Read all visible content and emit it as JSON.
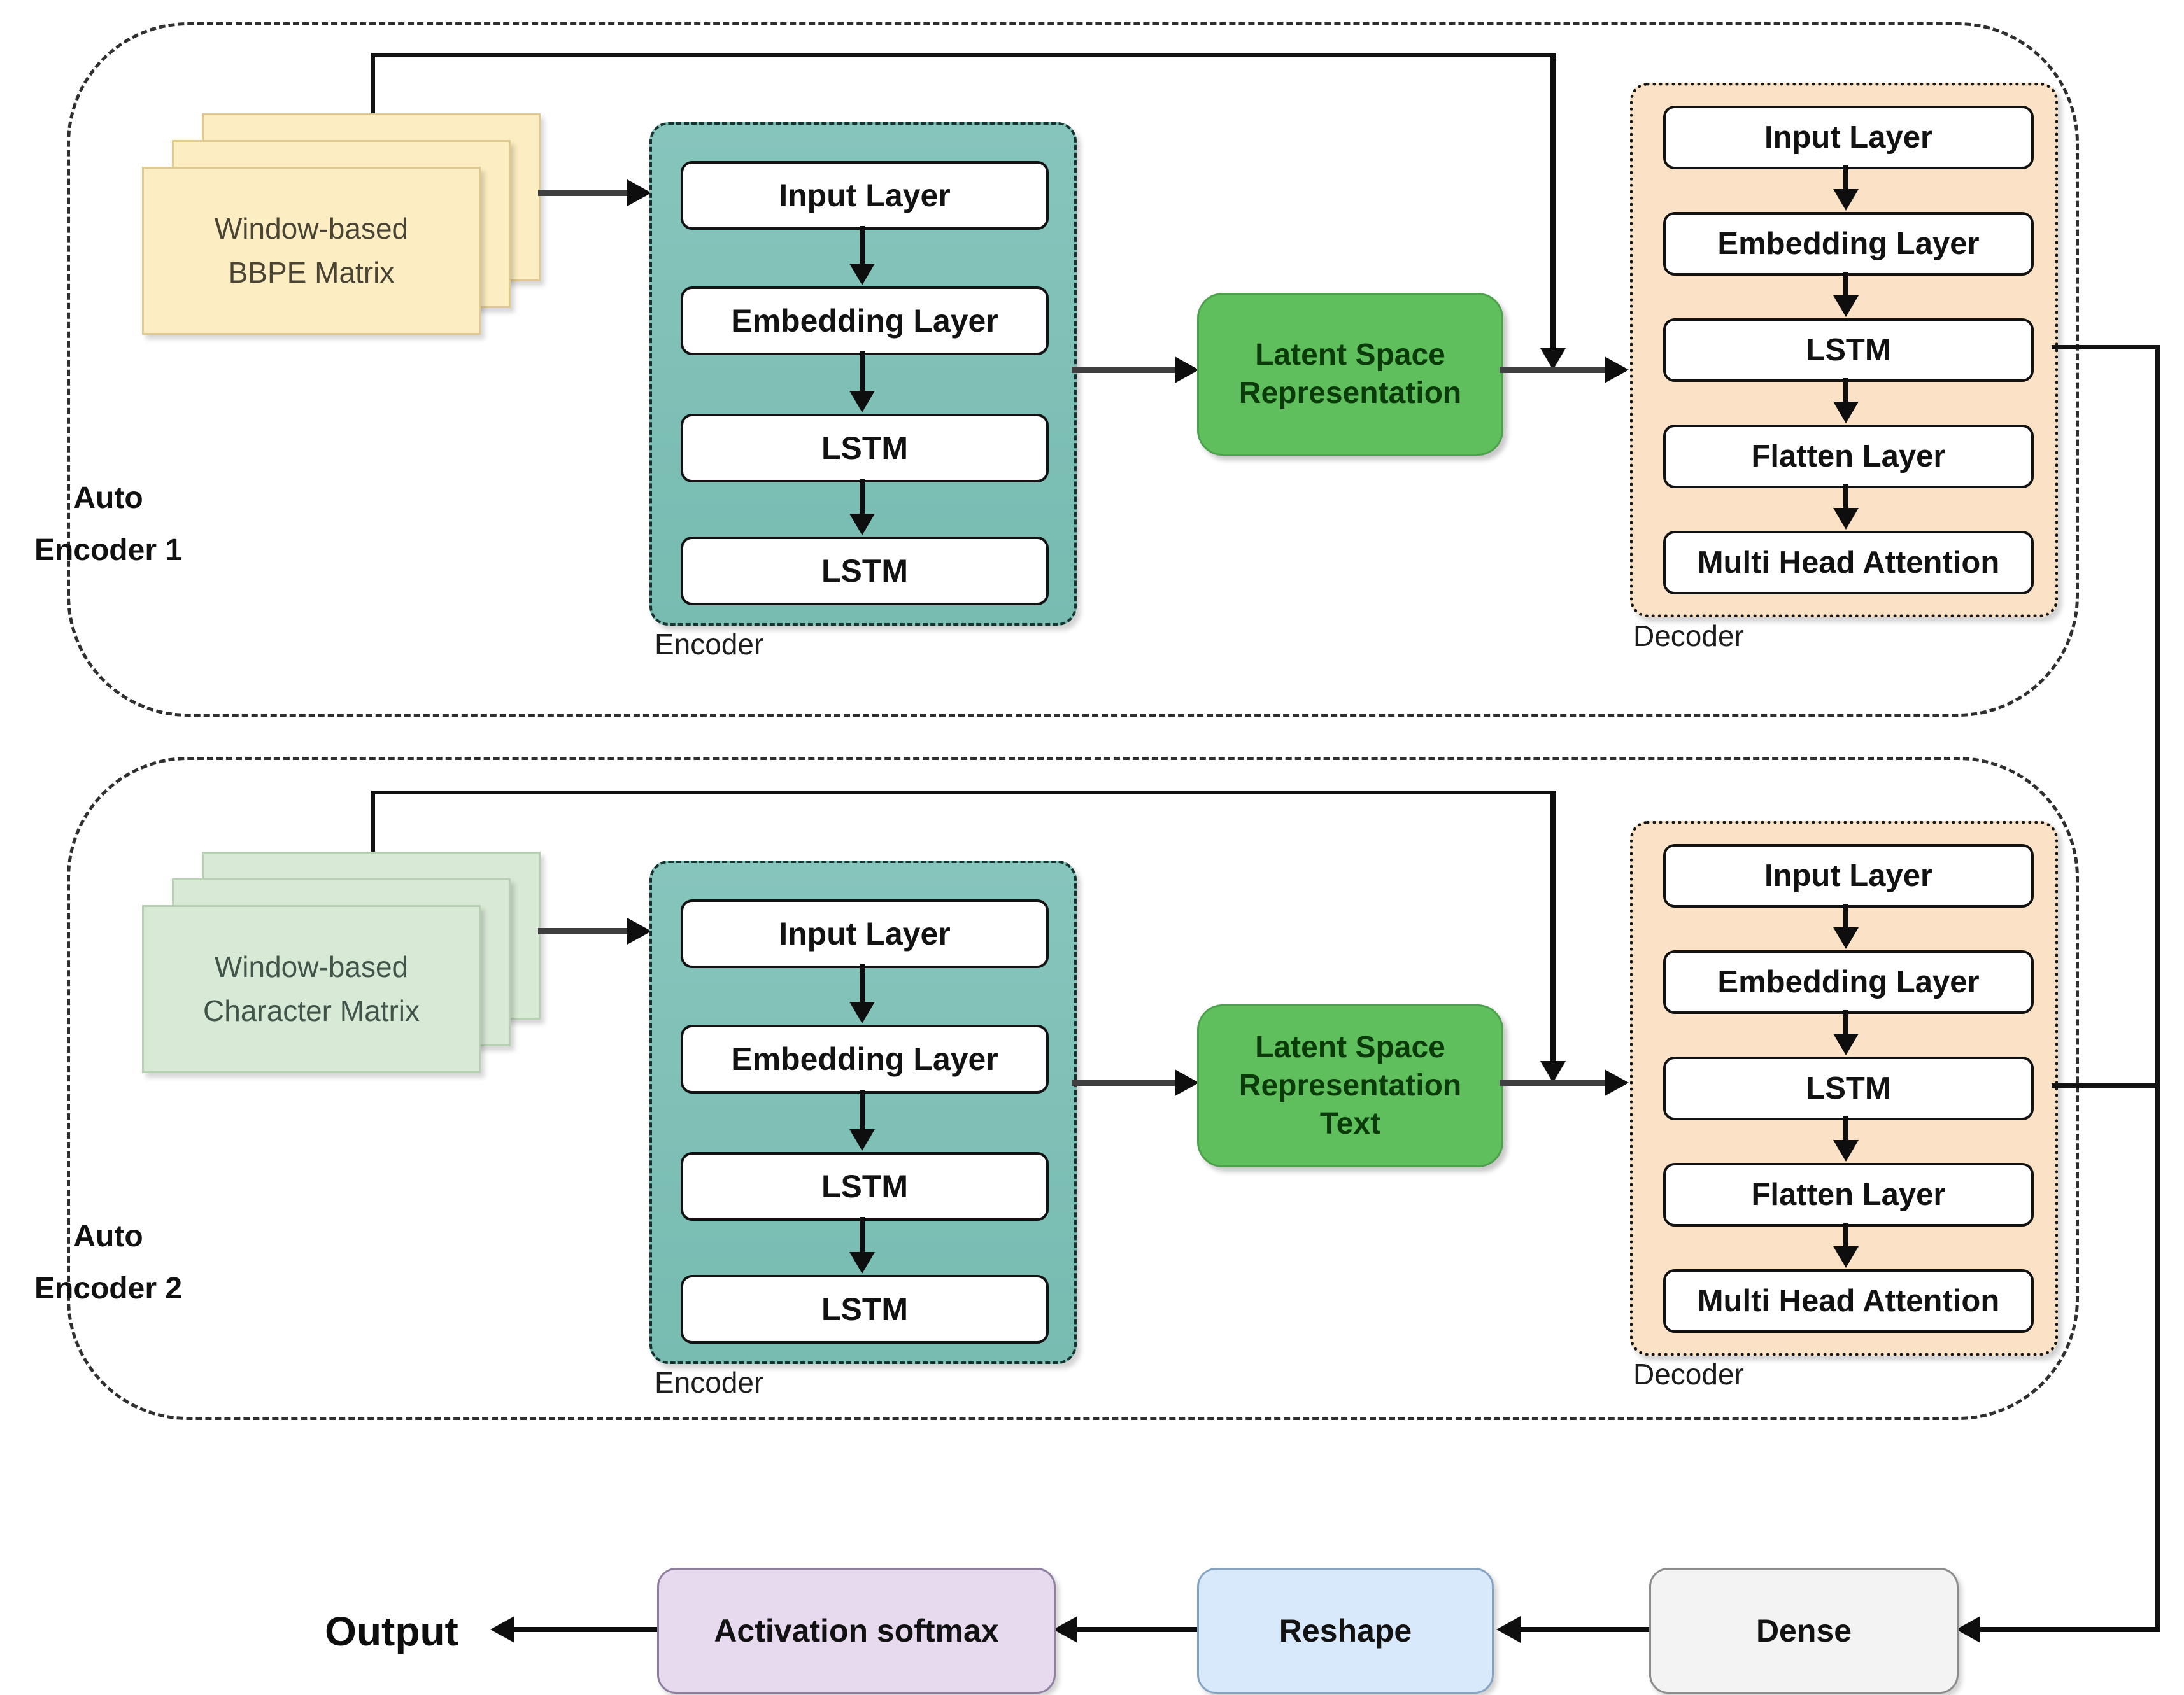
{
  "ae1": {
    "name_lines": [
      "Auto",
      "Encoder 1"
    ],
    "input_card": {
      "line1": "Window-based",
      "line2": "BBPE Matrix"
    },
    "encoder": {
      "caption": "Encoder",
      "layers": [
        "Input Layer",
        "Embedding Layer",
        "LSTM",
        "LSTM"
      ]
    },
    "latent": {
      "line1": "Latent Space",
      "line2": "Representation"
    },
    "decoder": {
      "caption": "Decoder",
      "layers": [
        "Input Layer",
        "Embedding Layer",
        "LSTM",
        "Flatten Layer",
        "Multi Head Attention"
      ]
    }
  },
  "ae2": {
    "name_lines": [
      "Auto",
      "Encoder 2"
    ],
    "input_card": {
      "line1": "Window-based",
      "line2": "Character Matrix"
    },
    "encoder": {
      "caption": "Encoder",
      "layers": [
        "Input Layer",
        "Embedding Layer",
        "LSTM",
        "LSTM"
      ]
    },
    "latent": {
      "line1": "Latent Space",
      "line2": "Representation",
      "line3": "Text"
    },
    "decoder": {
      "caption": "Decoder",
      "layers": [
        "Input Layer",
        "Embedding Layer",
        "LSTM",
        "Flatten Layer",
        "Multi Head Attention"
      ]
    }
  },
  "output_row": {
    "output_label": "Output",
    "activation_label": "Activation softmax",
    "reshape_label": "Reshape",
    "dense_label": "Dense"
  },
  "colors": {
    "card_yellow": "#fcedc2",
    "card_green": "#d8e9d5",
    "encoder_teal": "#7ec1b8",
    "latent_green": "#5fbf5d",
    "decoder_peach": "#fbe2c6",
    "activation_purple": "#e7d9ee",
    "reshape_blue": "#d9e9fc",
    "dense_gray": "#f3f3f3",
    "line_black": "#121212"
  }
}
